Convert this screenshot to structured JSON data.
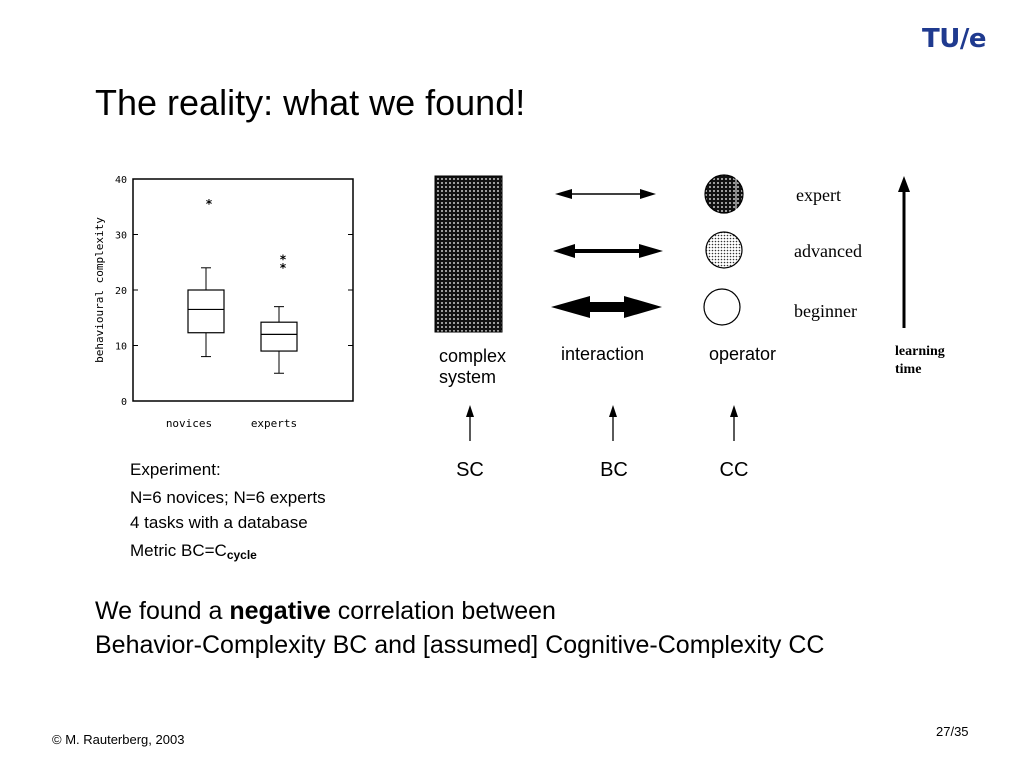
{
  "logo": "TU/e",
  "title": "The reality: what we found!",
  "chart_data": {
    "type": "box",
    "categories": [
      "novices",
      "experts"
    ],
    "ylabel": "behavioural complexity",
    "xlabel": "",
    "ylim": [
      0,
      40
    ],
    "yticks": [
      "0",
      "10",
      "20",
      "30",
      "40"
    ],
    "boxes": [
      {
        "name": "novices",
        "min": 8,
        "q1": 12.3,
        "median": 16.5,
        "q3": 20,
        "max": 24,
        "outliers": [
          36
        ]
      },
      {
        "name": "experts",
        "min": 5,
        "q1": 9,
        "median": 12,
        "q3": 14.2,
        "max": 17,
        "outliers": [
          24.5,
          26
        ]
      }
    ],
    "outlier_marker": "*"
  },
  "diagram": {
    "levels": [
      "expert",
      "advanced",
      "beginner"
    ],
    "arrow_label": [
      "learning",
      "time"
    ],
    "col_complex": [
      "complex",
      "system"
    ],
    "col_interaction": "interaction",
    "col_operator": "operator",
    "abbr_sc": "SC",
    "abbr_bc": "BC",
    "abbr_cc": "CC"
  },
  "experiment": {
    "heading": "Experiment:",
    "line1": "N=6 novices; N=6 experts",
    "line2": "4 tasks with a database",
    "metric_main": "Metric BC=C",
    "metric_sub": "cycle"
  },
  "finding": {
    "pre": "We found a ",
    "bold": "negative",
    "post": " correlation between",
    "line2": "Behavior-Complexity BC and [assumed] Cognitive-Complexity CC"
  },
  "footer": {
    "copyright": "© M. Rauterberg, 2003",
    "page": "27/35"
  }
}
